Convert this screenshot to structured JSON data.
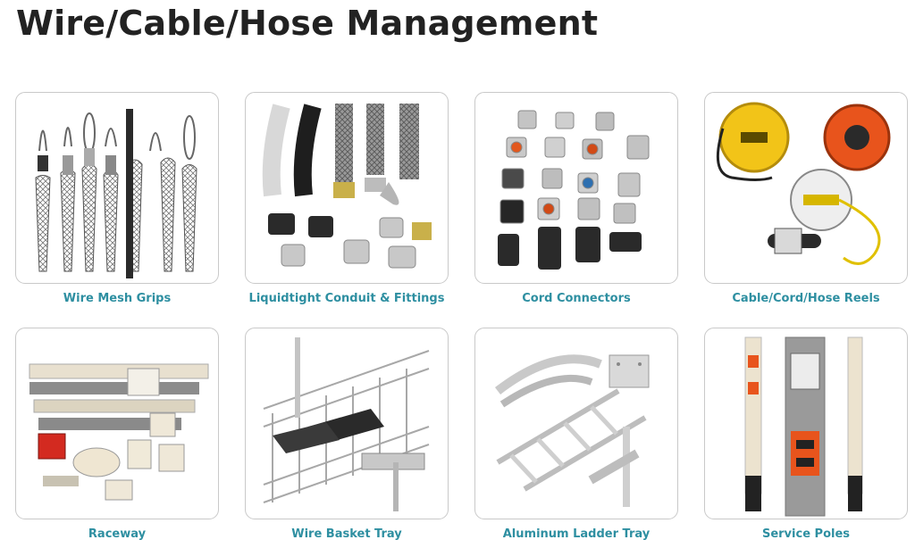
{
  "page": {
    "title": "Wire/Cable/Hose Management"
  },
  "categories": [
    {
      "label": "Wire Mesh Grips",
      "icon": "wire-mesh-grips-image"
    },
    {
      "label": "Liquidtight Conduit & Fittings",
      "icon": "liquidtight-conduit-image"
    },
    {
      "label": "Cord Connectors",
      "icon": "cord-connectors-image"
    },
    {
      "label": "Cable/Cord/Hose Reels",
      "icon": "cable-reels-image"
    },
    {
      "label": "Raceway",
      "icon": "raceway-image"
    },
    {
      "label": "Wire Basket Tray",
      "icon": "wire-basket-tray-image"
    },
    {
      "label": "Aluminum Ladder Tray",
      "icon": "aluminum-ladder-tray-image"
    },
    {
      "label": "Service Poles",
      "icon": "service-poles-image"
    }
  ],
  "colors": {
    "title": "#222222",
    "label": "#2e8fa1",
    "card_border": "#c9c9c9",
    "reel_yellow": "#f2c418",
    "reel_orange": "#e8541c",
    "outlet_orange": "#e8541c"
  }
}
